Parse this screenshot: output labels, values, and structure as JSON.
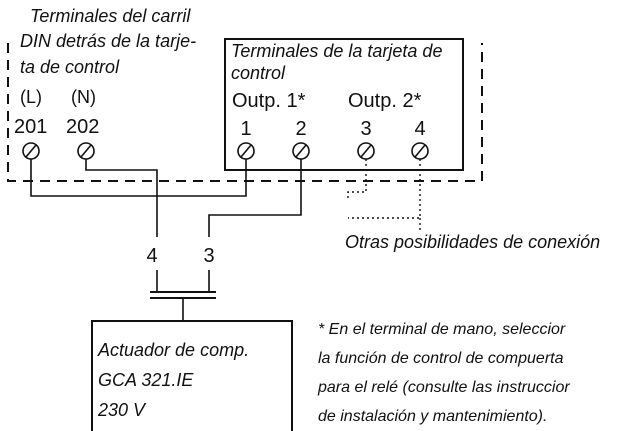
{
  "din_rail": {
    "label_lines": [
      "Terminales del carril",
      "DIN detrás de la tarje-",
      "ta de control"
    ],
    "terminals": [
      {
        "number": "201",
        "function": "(L)"
      },
      {
        "number": "202",
        "function": "(N)"
      }
    ]
  },
  "control_board": {
    "label_lines": [
      "Terminales de la tarjeta de",
      "control"
    ],
    "outputs": [
      "Outp. 1*",
      "Outp. 2*"
    ],
    "terminals": [
      "1",
      "2",
      "3",
      "4"
    ]
  },
  "wire_labels": [
    "4",
    "3"
  ],
  "other_connections_label": "Otras posibilidades de conexión",
  "actuator": {
    "lines": [
      "Actuador de comp.",
      "GCA 321.IE",
      "230 V"
    ]
  },
  "footnote_lines": [
    "* En el terminal de mano, seleccior",
    "la función de control de compuerta",
    "para el relé (consulte las instruccior",
    "de instalación y mantenimiento)."
  ],
  "colors": {
    "line": "#111111",
    "background": "#ffffff"
  }
}
